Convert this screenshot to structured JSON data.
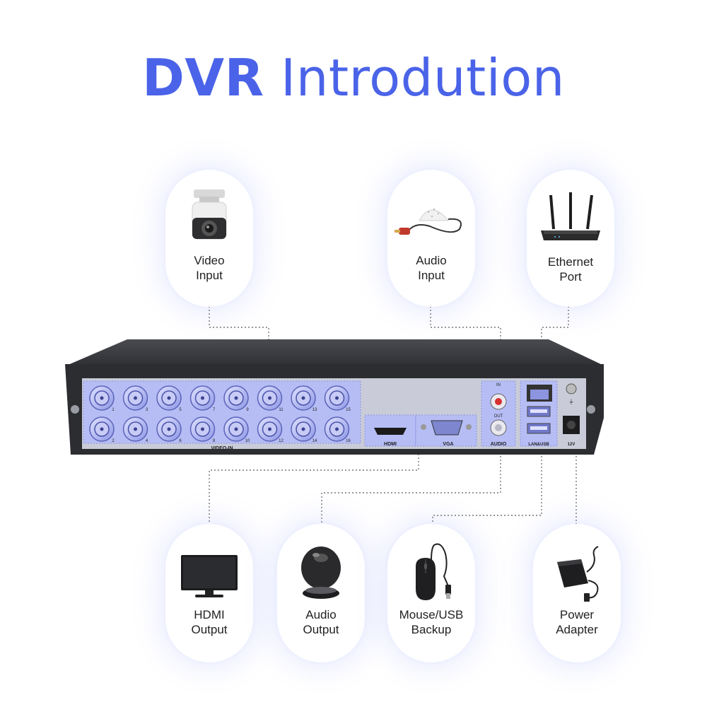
{
  "title": {
    "bold": "DVR",
    "rest": "Introdution"
  },
  "top_items": [
    {
      "line1": "Video",
      "line2": "Input",
      "icon": "camera-icon"
    },
    {
      "line1": "Audio",
      "line2": "Input",
      "icon": "microphone-icon"
    },
    {
      "line1": "Ethernet",
      "line2": "Port",
      "icon": "router-icon"
    }
  ],
  "bottom_items": [
    {
      "line1": "HDMI",
      "line2": "Output",
      "icon": "monitor-icon"
    },
    {
      "line1": "Audio",
      "line2": "Output",
      "icon": "speaker-icon"
    },
    {
      "line1": "Mouse/USB",
      "line2": "Backup",
      "icon": "mouse-icon"
    },
    {
      "line1": "Power",
      "line2": "Adapter",
      "icon": "power-adapter-icon"
    }
  ],
  "panel_labels": {
    "video_in": "VIDEO-IN",
    "hdmi": "HDMI",
    "vga": "VGA",
    "audio": "AUDIO",
    "audio_in": "IN",
    "audio_out": "OUT",
    "lan_usb": "LAN&USB",
    "power": "12V",
    "bnc_numbers": [
      "1",
      "2",
      "3",
      "4",
      "5",
      "6",
      "7",
      "8",
      "9",
      "10",
      "11",
      "12",
      "13",
      "14",
      "15",
      "16"
    ]
  },
  "colors": {
    "accent": "#4a63e8",
    "panel_highlight": "#b6bdf5",
    "chassis": "#3a3b3f",
    "line": "#777777"
  }
}
